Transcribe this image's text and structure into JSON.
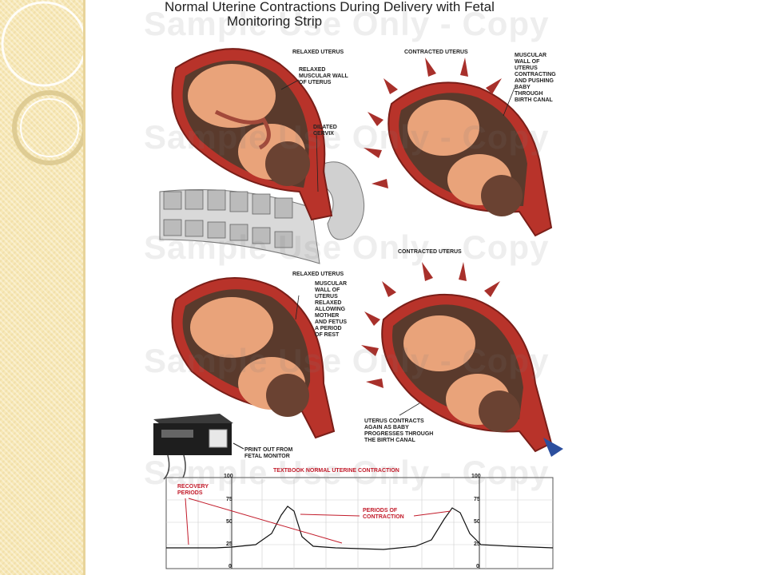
{
  "title_line1": "Normal Uterine Contractions During Delivery with Fetal",
  "title_line2": "Monitoring Strip",
  "watermark": "Sample Use Only - Copy",
  "labels": {
    "relaxed_uterus_1": "RELAXED UTERUS",
    "relaxed_wall": "RELAXED\nMUSCULAR WALL\nOF UTERUS",
    "dilated_cervix": "DILATED\nCERVIX",
    "contracted_uterus_1": "CONTRACTED UTERUS",
    "muscular_wall_contracting": "MUSCULAR\nWALL OF\nUTERUS\nCONTRACTING\nAND PUSHING\nBABY\nTHROUGH\nBIRTH CANAL",
    "relaxed_uterus_2": "RELAXED UTERUS",
    "muscular_wall_relaxed": "MUSCULAR\nWALL OF\nUTERUS\nRELAXED\nALLOWING\nMOTHER\nAND FETUS\nA PERIOD\nOF REST",
    "contracted_uterus_2": "CONTRACTED UTERUS",
    "uterus_contracts_again": "UTERUS CONTRACTS\nAGAIN AS BABY\nPROGRESSES THROUGH\nTHE BIRTH CANAL",
    "printout": "PRINT OUT FROM\nFETAL MONITOR"
  },
  "strip": {
    "title": "TEXTBOOK NORMAL UTERINE CONTRACTION",
    "recovery": "RECOVERY\nPERIODS",
    "contraction": "PERIODS OF\nCONTRACTION",
    "ticks": [
      "100",
      "75",
      "50",
      "25",
      "0"
    ]
  },
  "colors": {
    "uterus": "#b8332a",
    "skin": "#e9a37a",
    "arrow": "#a8302b",
    "red_text": "#c21b2a",
    "sidebar": "#f7e8b6"
  }
}
